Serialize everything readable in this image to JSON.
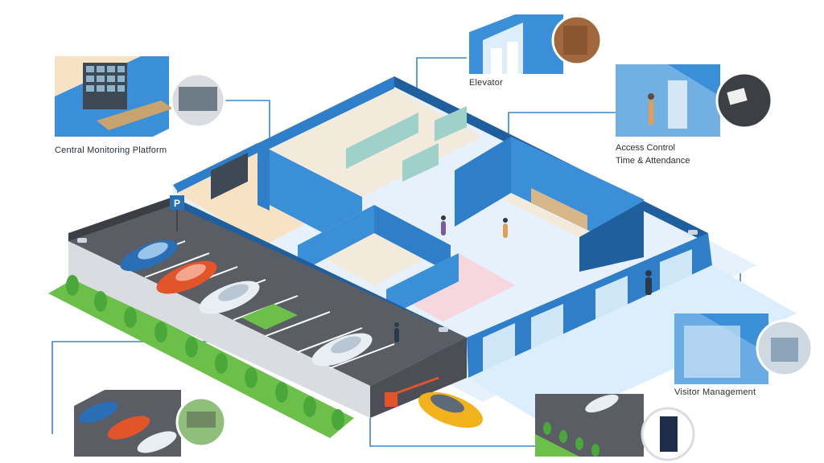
{
  "labels": {
    "central_monitoring": "Central Monitoring Platform",
    "elevator": "Elevator",
    "access_control_line1": "Access Control",
    "access_control_line2": "Time & Attendance",
    "visitor_management": "Visitor Management"
  },
  "parking_sign": "P",
  "colors": {
    "wall_blue": "#2e7ec9",
    "wall_blue_dark": "#1f5f9e",
    "floor_light": "#e6f1fb",
    "asphalt": "#5a5d63",
    "grass": "#6cc04a",
    "connector": "#3a86c8",
    "car_blue": "#2a6fb5",
    "car_orange": "#e2542a",
    "car_white": "#e9eef3",
    "car_yellow": "#f2b21b"
  },
  "icons": [
    "camera-icon",
    "parking-sign-icon",
    "barrier-gate-icon",
    "person-icon"
  ]
}
